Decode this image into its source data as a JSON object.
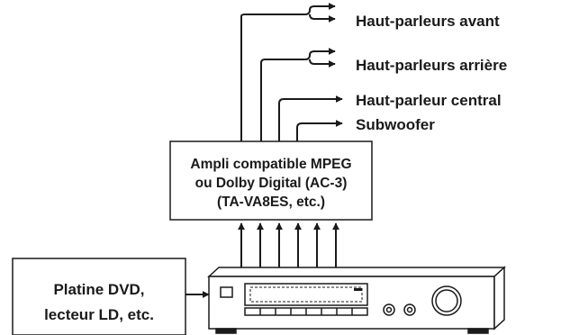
{
  "outputs": {
    "front": "Haut-parleurs avant",
    "rear": "Haut-parleurs arrière",
    "center": "Haut-parleur central",
    "sub": "Subwoofer"
  },
  "amplifier": {
    "line1": "Ampli compatible MPEG",
    "line2": "ou Dolby Digital (AC-3)",
    "line3": "(TA-VA8ES, etc.)"
  },
  "source": {
    "line1": "Platine DVD,",
    "line2": "lecteur LD, etc."
  },
  "colors": {
    "stroke": "#1a1a1a",
    "text": "#1a1a1a",
    "background": "#ffffff"
  }
}
